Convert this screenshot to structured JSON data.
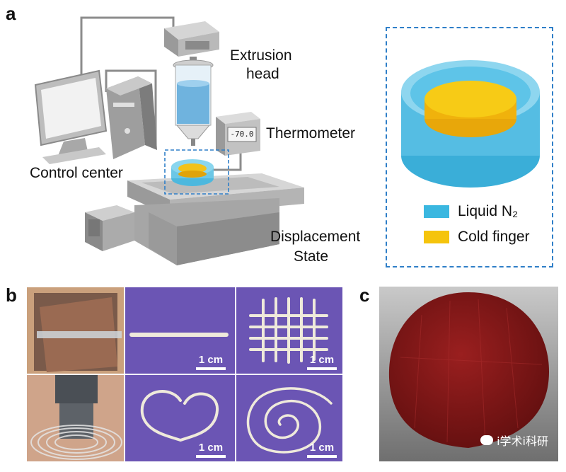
{
  "panel_a": {
    "letter": "a",
    "labels": {
      "extrusion_line1": "Extrusion",
      "extrusion_line2": "head",
      "thermometer": "Thermometer",
      "control_center": "Control center",
      "displacement_line1": "Displacement",
      "displacement_line2": "State",
      "display_reading": "-70.0"
    },
    "legend": [
      {
        "label": "Liquid N₂",
        "color": "#3ab7e0"
      },
      {
        "label": "Cold finger",
        "color": "#f5c40c"
      }
    ]
  },
  "panel_b": {
    "letter": "b",
    "scale_label": "1 cm"
  },
  "panel_c": {
    "letter": "c"
  },
  "watermark": "i学术i科研",
  "colors": {
    "inset_border": "#2f7fc8",
    "purple_bg": "#6b55b4",
    "red_sample": "#8a1a1a"
  }
}
